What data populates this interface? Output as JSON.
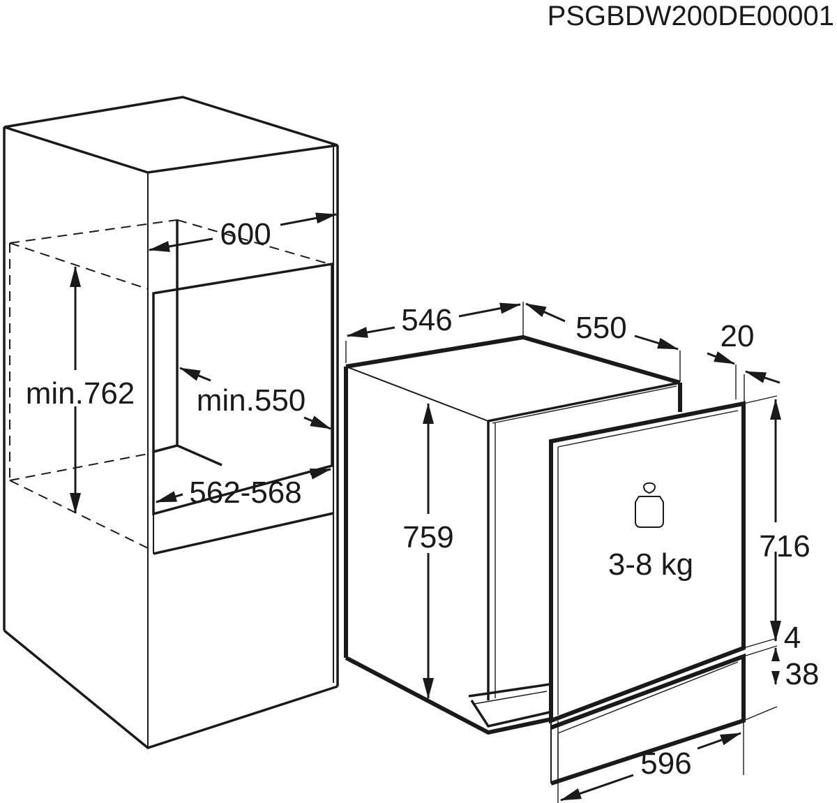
{
  "document_code": "PSGBDW200DE00001",
  "niche": {
    "cabinet_width": "600",
    "niche_height": "min.762",
    "niche_depth": "min.550",
    "niche_width": "562-568"
  },
  "appliance": {
    "depth_top": "546",
    "depth_side": "550",
    "door_offset": "20",
    "height": "759",
    "door_panel_height": "716",
    "gap": "4",
    "plinth_height": "38",
    "door_width": "596",
    "door_weight": "3-8 kg"
  },
  "icons": {
    "weight": "weight-icon"
  }
}
